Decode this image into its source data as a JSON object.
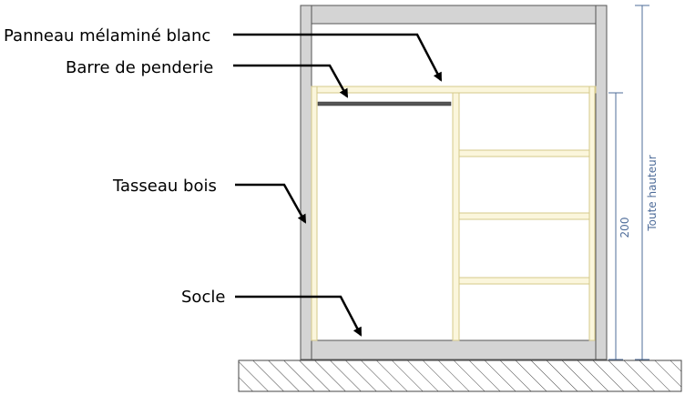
{
  "labels": {
    "panel": "Panneau mélaminé blanc",
    "rod": "Barre de penderie",
    "cleat": "Tasseau bois",
    "base": "Socle"
  },
  "dimensions": {
    "inner_height": "200",
    "full_height": "Toute hauteur"
  },
  "colors": {
    "panel_fill": "#d4d4d4",
    "panel_stroke": "#555555",
    "wood_fill": "#fbf6dc",
    "wood_stroke": "#d6c98a",
    "rod": "#555555",
    "dimension": "#4f6d9a",
    "ground_hatch": "#444444"
  }
}
